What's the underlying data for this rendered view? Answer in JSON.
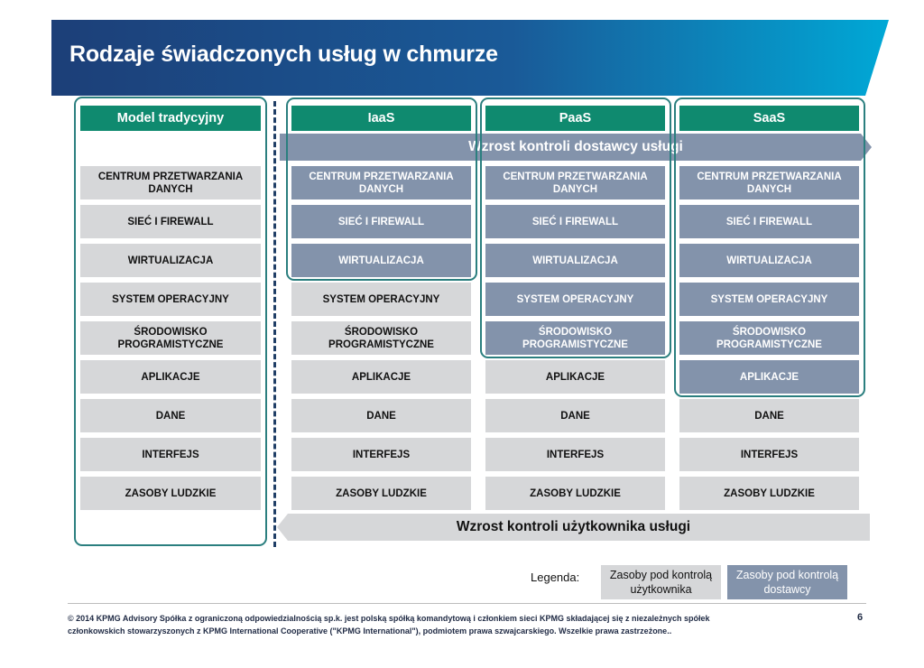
{
  "title": "Rodzaje świadczonych usług w chmurze",
  "colors": {
    "header_green": "#0f8a6f",
    "frame_teal": "#2b7f7f",
    "user_gray": "#d6d7d9",
    "provider_blue": "#8393ab",
    "banner_dark": "#1c3f78",
    "banner_light": "#00a2cf"
  },
  "columns": [
    {
      "header": "Model tradycyjny",
      "provider_rows": 0,
      "cells": [
        "CENTRUM PRZETWARZANIA DANYCH",
        "SIEĆ I FIREWALL",
        "WIRTUALIZACJA",
        "SYSTEM OPERACYJNY",
        "ŚRODOWISKO PROGRAMISTYCZNE",
        "APLIKACJE",
        "DANE",
        "INTERFEJS",
        "ZASOBY LUDZKIE"
      ]
    },
    {
      "header": "IaaS",
      "provider_rows": 3,
      "cells": [
        "CENTRUM PRZETWARZANIA DANYCH",
        "SIEĆ I FIREWALL",
        "WIRTUALIZACJA",
        "SYSTEM OPERACYJNY",
        "ŚRODOWISKO PROGRAMISTYCZNE",
        "APLIKACJE",
        "DANE",
        "INTERFEJS",
        "ZASOBY LUDZKIE"
      ]
    },
    {
      "header": "PaaS",
      "provider_rows": 5,
      "cells": [
        "CENTRUM PRZETWARZANIA DANYCH",
        "SIEĆ I FIREWALL",
        "WIRTUALIZACJA",
        "SYSTEM OPERACYJNY",
        "ŚRODOWISKO PROGRAMISTYCZNE",
        "APLIKACJE",
        "DANE",
        "INTERFEJS",
        "ZASOBY LUDZKIE"
      ]
    },
    {
      "header": "SaaS",
      "provider_rows": 6,
      "cells": [
        "CENTRUM PRZETWARZANIA DANYCH",
        "SIEĆ I FIREWALL",
        "WIRTUALIZACJA",
        "SYSTEM OPERACYJNY",
        "ŚRODOWISKO PROGRAMISTYCZNE",
        "APLIKACJE",
        "DANE",
        "INTERFEJS",
        "ZASOBY LUDZKIE"
      ]
    }
  ],
  "arrow_provider": "Wzrost kontroli dostawcy usługi",
  "arrow_user": "Wzrost kontroli użytkownika usługi",
  "legend": {
    "label": "Legenda:",
    "user": "Zasoby pod kontrolą użytkownika",
    "provider": "Zasoby pod kontrolą dostawcy"
  },
  "footer": {
    "copyright": "© 2014 KPMG Advisory Spółka z ograniczoną odpowiedzialnością sp.k. jest polską spółką komandytową i członkiem sieci KPMG składającej się z niezależnych spółek członkowskich stowarzyszonych z KPMG International Cooperative (\"KPMG International\"), podmiotem prawa szwajcarskiego. Wszelkie prawa zastrzeżone..",
    "page": "6"
  }
}
